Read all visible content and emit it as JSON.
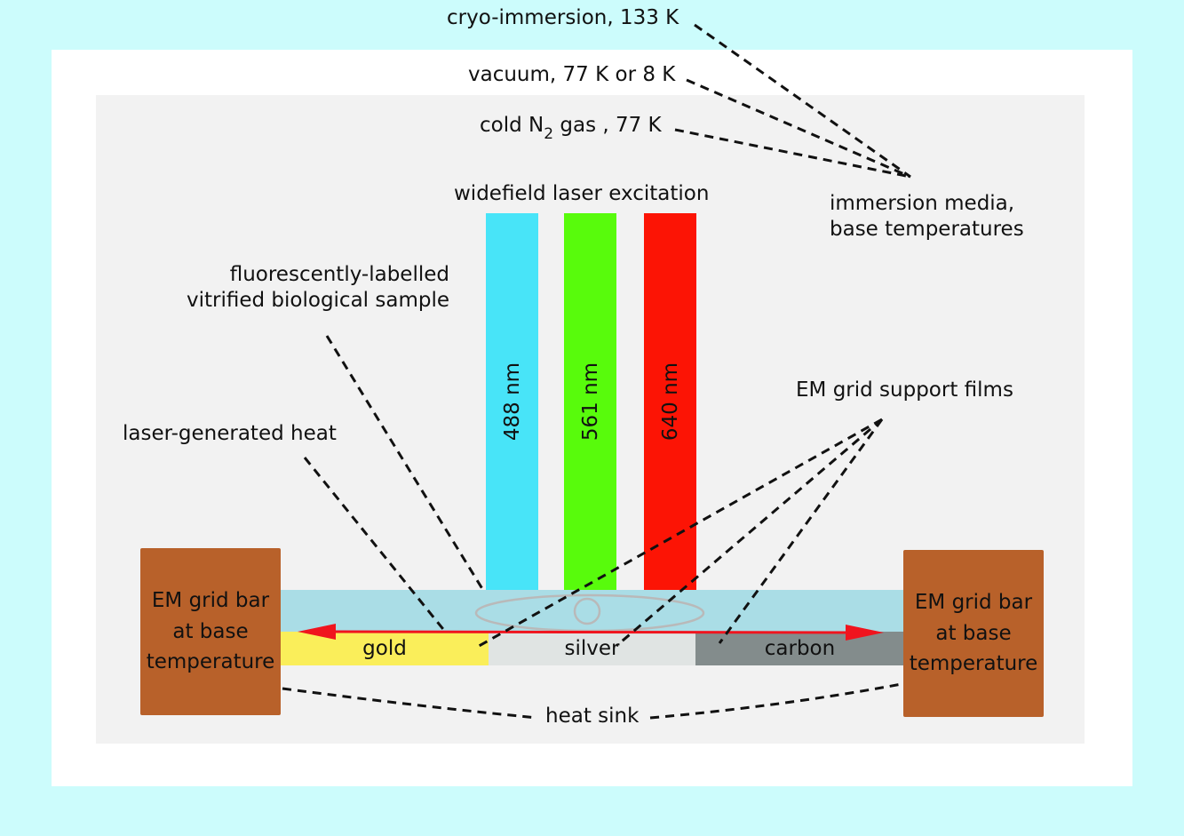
{
  "immersion_media": {
    "options": [
      {
        "text": "cryo-immersion, 133 K"
      },
      {
        "text": "vacuum, 77 K or 8 K"
      },
      {
        "prefix": "cold N",
        "subscript": "2",
        "suffix": " gas , 77 K"
      }
    ],
    "label_line1": "immersion media,",
    "label_line2": "base temperatures"
  },
  "excitation": {
    "title": "widefield laser excitation",
    "beams": [
      {
        "label": "488 nm",
        "color": "#48e4f8"
      },
      {
        "label": "561 nm",
        "color": "#58fb0c"
      },
      {
        "label": "640 nm",
        "color": "#fc1405"
      }
    ]
  },
  "sample": {
    "label_line1": "fluorescently-labelled",
    "label_line2": "vitrified biological sample",
    "color": "#aadde6"
  },
  "heat": {
    "label": "laser-generated heat",
    "arrow_color": "#f0141e"
  },
  "support_films": {
    "label": "EM grid support films",
    "films": [
      {
        "name": "gold",
        "color": "#faee5a"
      },
      {
        "name": "silver",
        "color": "#e0e4e3"
      },
      {
        "name": "carbon",
        "color": "#838c8c"
      }
    ]
  },
  "grid_bars": {
    "line1": "EM grid bar",
    "line2": "at base",
    "line3": "temperature",
    "color": "#b8612a"
  },
  "heat_sink": {
    "label": "heat sink"
  },
  "colors": {
    "background": "#ccfcfc",
    "frame": "#ffffff",
    "panel": "#f2f2f2"
  }
}
